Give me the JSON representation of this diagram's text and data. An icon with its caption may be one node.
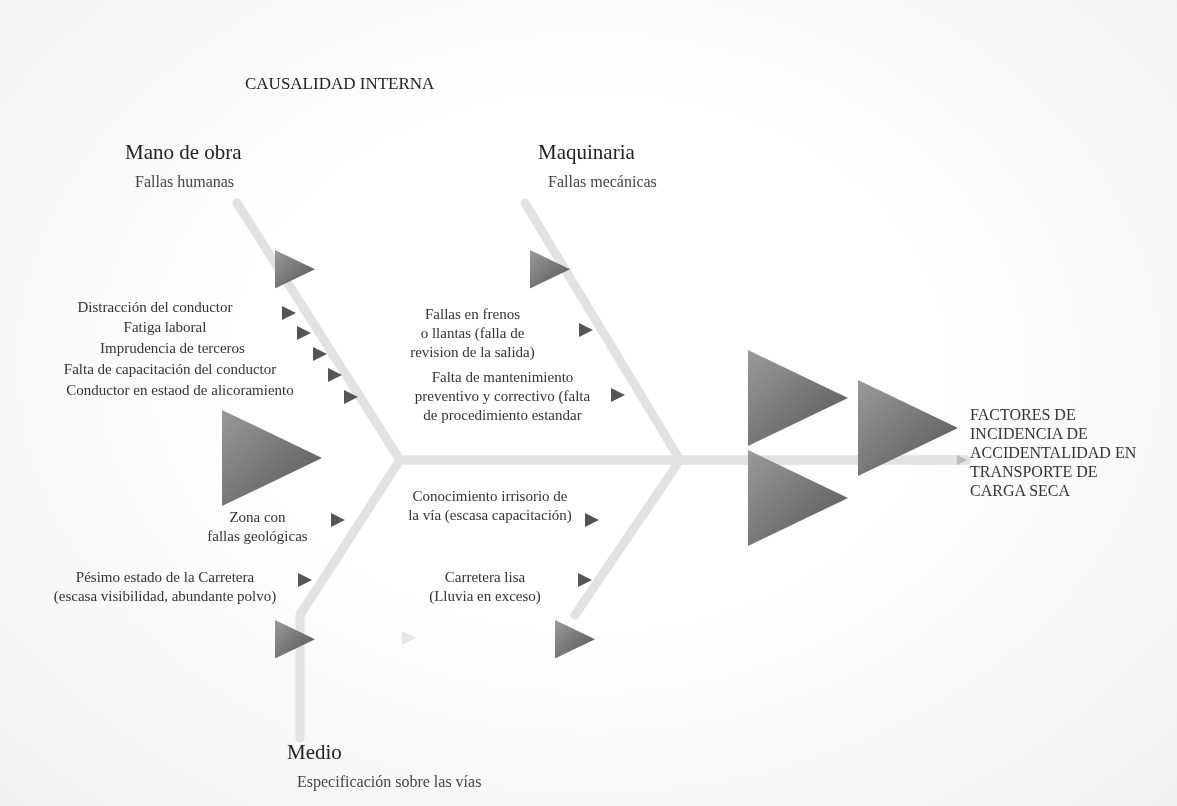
{
  "diagram": {
    "title": "CAUSALIDAD INTERNA",
    "nodes": [
      {
        "text": [
          "Mano de obra",
          "Fallas humanas"
        ]
      },
      {
        "text": [
          "Maquinaria",
          "Fallas mecánicas"
        ]
      },
      {
        "text": [
          "Medio",
          "Especificación sobre las vías"
        ]
      },
      {
        "text": [
          "FACTORES DE INCIDENCIA DE ACCIDENTALIDAD EN TRANSPORTE DE CARGA SECA"
        ]
      }
    ],
    "edges": [
      {
        "from": 0,
        "to": 3,
        "arrow": "to"
      },
      {
        "from": 1,
        "to": 3,
        "arrow": "to"
      },
      {
        "from": 2,
        "to": 3,
        "arrow": "to"
      }
    ],
    "labels": [
      "Distracción del conductor",
      "Fatiga laboral",
      "Imprudencia de terceros",
      "Falta de capacitación del conductor",
      "Conductor en estaod de alicoramiento",
      "Fallas en frenos o llantas (falla de revision de la salida)",
      "Falta de mantenimiento preventivo y correctivo (falta de procedimiento estandar",
      "Zona con fallas geológicas",
      "Conocimiento irrisorio de la vía (escasa capacitación)",
      "Pésimo estado de la Carretera (escasa visibilidad, abundante polvo)",
      "Carretera lisa (Lluvia en exceso)"
    ]
  }
}
